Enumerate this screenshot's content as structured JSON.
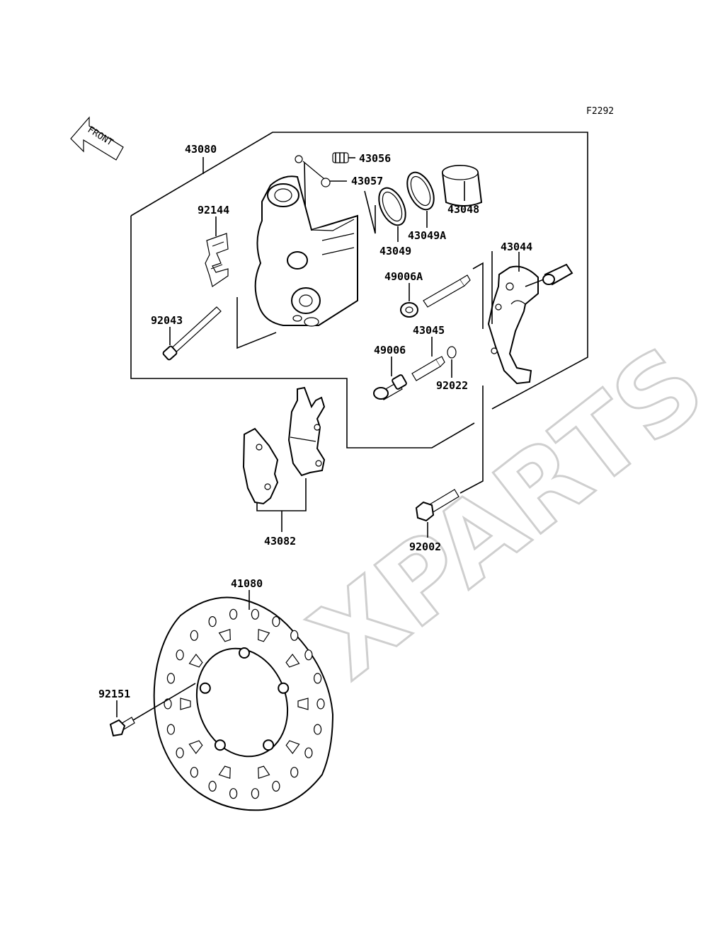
{
  "figure_code": "F2292",
  "front_label": "FRONT",
  "watermark": "XPARTS",
  "parts": {
    "p43080": "43080",
    "p43056": "43056",
    "p43057": "43057",
    "p43048": "43048",
    "p92144": "92144",
    "p43049A": "43049A",
    "p43049": "43049",
    "p43044": "43044",
    "p49006A": "49006A",
    "p92043": "92043",
    "p43045": "43045",
    "p49006": "49006",
    "p92022": "92022",
    "p43082": "43082",
    "p92002": "92002",
    "p41080": "41080",
    "p92151": "92151"
  }
}
